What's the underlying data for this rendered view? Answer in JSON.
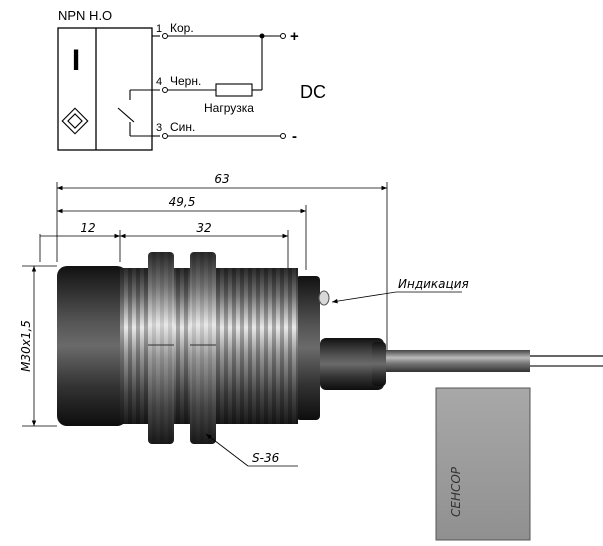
{
  "schematic": {
    "title": "NPN Н.О",
    "block_mark": "I",
    "pins": [
      {
        "number": "1",
        "label": "Кор."
      },
      {
        "number": "4",
        "label": "Черн."
      },
      {
        "number": "3",
        "label": "Син."
      }
    ],
    "load_label": "Нагрузка",
    "plus_sign": "+",
    "minus_sign": "-",
    "supply_label": "DC"
  },
  "drawing": {
    "dim_total": "63",
    "dim_body": "49,5",
    "dim_front": "12",
    "dim_thread": "32",
    "dim_thread_size": "M30x1,5",
    "indicator_label": "Индикация",
    "nut_label": "S-36",
    "tag_label": "СЕНСОР"
  }
}
